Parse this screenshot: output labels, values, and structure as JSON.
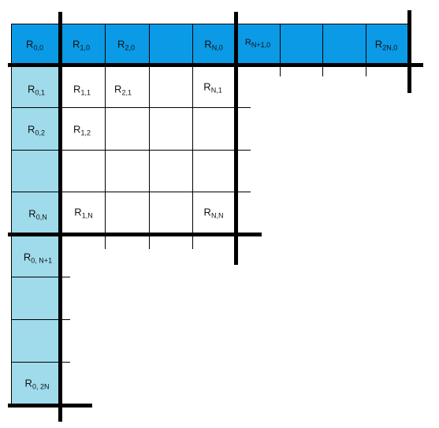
{
  "colors": {
    "row0_fill": "#0a9ae6",
    "col0_fill": "#9fdbea",
    "grid_line": "#000000",
    "background": "#ffffff"
  },
  "cells": {
    "r00": {
      "base": "R",
      "sub": "0,0"
    },
    "r10": {
      "base": "R",
      "sub": "1,0"
    },
    "r20": {
      "base": "R",
      "sub": "2,0"
    },
    "rN0": {
      "base": "R",
      "sub": "N,0"
    },
    "rN10": {
      "base": "R",
      "sub": "N+1,0"
    },
    "r2N0": {
      "base": "R",
      "sub": "2N,0"
    },
    "r01": {
      "base": "R",
      "sub": "0,1"
    },
    "r11": {
      "base": "R",
      "sub": "1,1"
    },
    "r21": {
      "base": "R",
      "sub": "2,1"
    },
    "rN1": {
      "base": "R",
      "sub": "N,1"
    },
    "r02": {
      "base": "R",
      "sub": "0,2"
    },
    "r12": {
      "base": "R",
      "sub": "1,2"
    },
    "r0N": {
      "base": "R",
      "sub": "0,N"
    },
    "r1N": {
      "base": "R",
      "sub": "1,N"
    },
    "rNN": {
      "base": "R",
      "sub": "N,N"
    },
    "r0N1": {
      "base": "R",
      "sub": "0, N+1"
    },
    "r02N": {
      "base": "R",
      "sub": "0, 2N"
    }
  }
}
